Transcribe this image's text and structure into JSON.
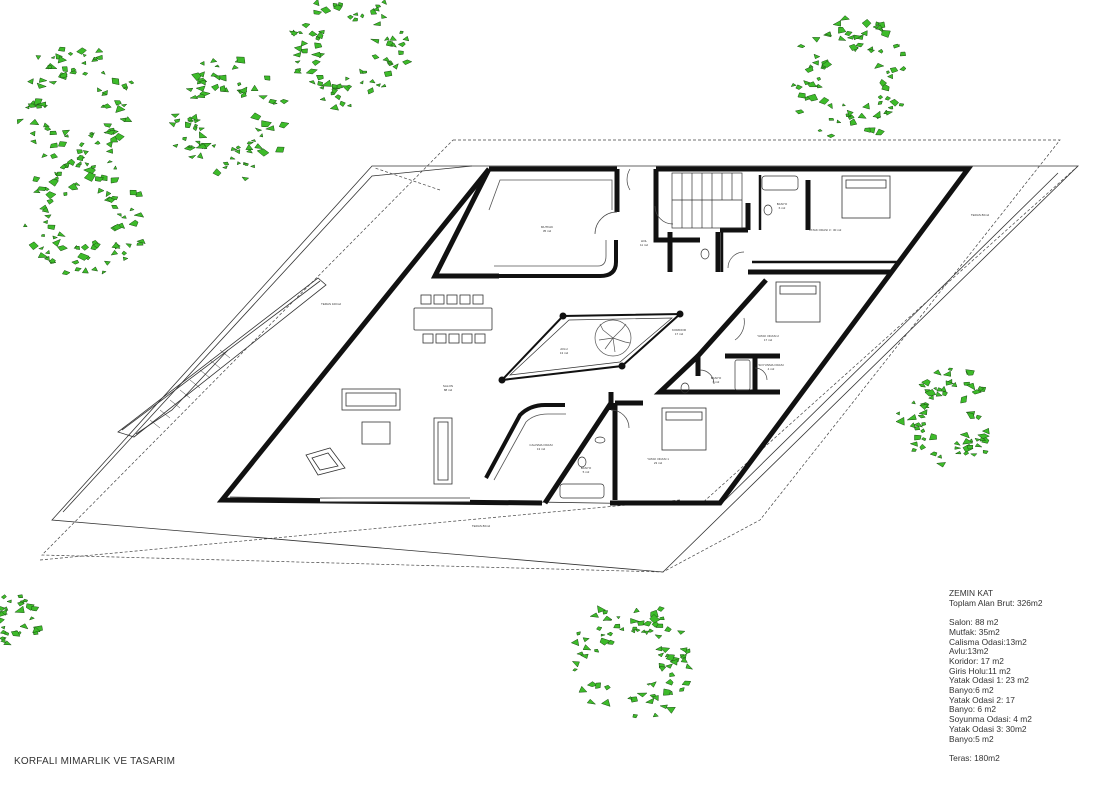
{
  "rooms": {
    "mutfak": "MUTFAK",
    "mutfak_area": "35 m2",
    "hol": "HOL",
    "hol_area": "11 m2",
    "banyo_top": "BANYO",
    "banyo_top_area": "6 m2",
    "yatak3": "YATAK ODASI 3 : 30 m2",
    "teras_east": "TERAS 80m2",
    "teras_west": "TERAS 100m2",
    "koridor": "KORIDOR",
    "koridor_area": "17 m2",
    "avlu": "AVLU",
    "avlu_area": "13 m2",
    "salon": "SALON",
    "salon_area": "88 m2",
    "yatak2": "YATAK ODASI 2",
    "yatak2_area": "17 m2",
    "banyo_mid": "BANYO",
    "banyo_mid_area": "6 m2",
    "soyunma": "SOYUNMA ODASI",
    "soyunma_area": "4 m2",
    "calisma": "CALISMA ODASI",
    "calisma_area": "13 m2",
    "banyo_low": "BANYO",
    "banyo_low_area": "5 m2",
    "yatak1": "YATAK ODASI 1",
    "yatak1_area": "23 m2",
    "teras_south": "TERAS 80m2"
  },
  "legend": {
    "title": "ZEMIN KAT",
    "total": "Toplam Alan Brut: 326m2",
    "items": [
      "Salon: 88 m2",
      "Mutfak: 35m2",
      "Calisma Odasi:13m2",
      "Avlu:13m2",
      "Koridor: 17 m2",
      "Giris Holu:11 m2",
      "Yatak Odasi 1: 23 m2",
      "Banyo:6 m2",
      "Yatak Odasi 2: 17",
      "Banyo: 6 m2",
      "Soyunma Odasi: 4 m2",
      "Yatak Odasi 3: 30m2",
      "Banyo:5 m2"
    ],
    "teras": "Teras: 180m2"
  },
  "office": "KORFALI MIMARLIK VE TASARIM",
  "colors": {
    "tree_leaf": "#3dbb2a",
    "wall": "#111111",
    "line": "#333333"
  }
}
